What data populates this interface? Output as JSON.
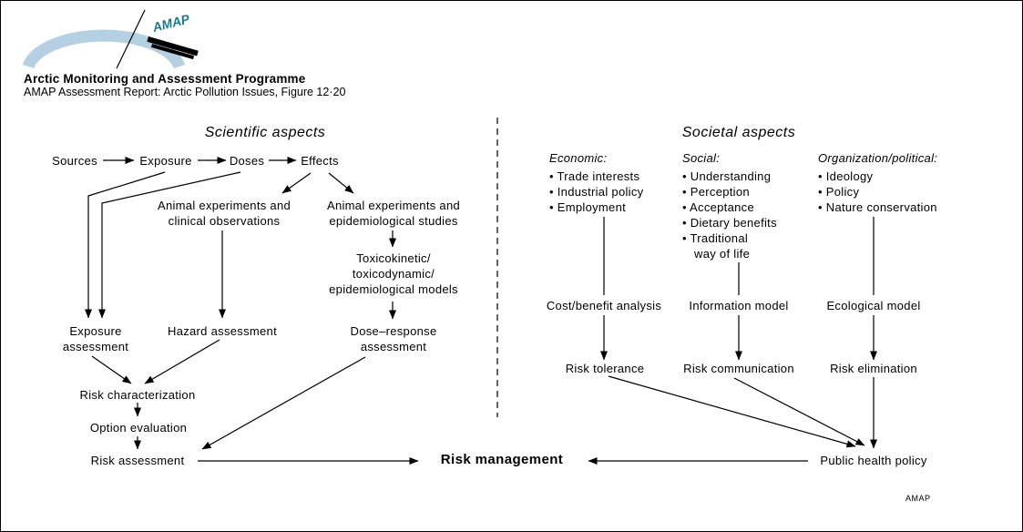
{
  "header": {
    "title": "Arctic Monitoring and Assessment Programme",
    "subtitle": "AMAP Assessment Report: Arctic Pollution Issues, Figure 12·20"
  },
  "logo": {
    "text": "AMAP"
  },
  "colors": {
    "logo_arc": "#b5cfe3",
    "logo_teal": "#1a7b8e",
    "line": "#000000"
  },
  "scientific": {
    "heading": "Scientific aspects",
    "chain": [
      "Sources",
      "Exposure",
      "Doses",
      "Effects"
    ],
    "nodes": {
      "animal_clinical": [
        "Animal experiments and",
        "clinical observations"
      ],
      "animal_epi": [
        "Animal experiments and",
        "epidemiological studies"
      ],
      "toxico": [
        "Toxicokinetic/",
        "toxicodynamic/",
        "epidemiological models"
      ],
      "exposure_assessment": [
        "Exposure",
        "assessment"
      ],
      "hazard_assessment": "Hazard assessment",
      "dose_response": [
        "Dose–response",
        "assessment"
      ],
      "risk_characterization": "Risk characterization",
      "option_evaluation": "Option evaluation",
      "risk_assessment": "Risk assessment"
    }
  },
  "societal": {
    "heading": "Societal aspects",
    "columns": [
      {
        "heading": "Economic:",
        "items": [
          "• Trade interests",
          "• Industrial policy",
          "• Employment"
        ],
        "model": "Cost/benefit analysis",
        "risk": "Risk tolerance"
      },
      {
        "heading": "Social:",
        "items": [
          "• Understanding",
          "• Perception",
          "• Acceptance",
          "• Dietary benefits",
          "• Traditional",
          "way of life"
        ],
        "model": "Information model",
        "risk": "Risk communication"
      },
      {
        "heading": "Organization/political:",
        "items": [
          "• Ideology",
          "• Policy",
          "• Nature conservation"
        ],
        "model": "Ecological model",
        "risk": "Risk elimination"
      }
    ],
    "public_health_policy": "Public health policy"
  },
  "center": {
    "risk_management": "Risk management"
  },
  "footer": {
    "credit": "AMAP"
  }
}
